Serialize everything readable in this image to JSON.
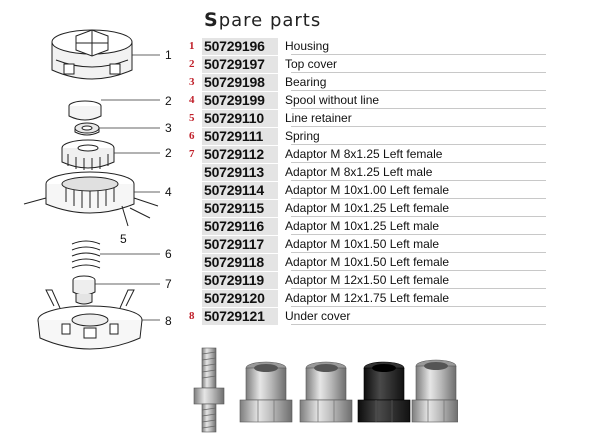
{
  "title_initial": "S",
  "title_rest": "pare  parts",
  "parts": [
    {
      "index": "1",
      "code": "50729196",
      "description": "Housing"
    },
    {
      "index": "2",
      "code": "50729197",
      "description": "Top cover"
    },
    {
      "index": "3",
      "code": "50729198",
      "description": "Bearing"
    },
    {
      "index": "4",
      "code": "50729199",
      "description": "Spool without line"
    },
    {
      "index": "5",
      "code": "50729110",
      "description": "Line retainer"
    },
    {
      "index": "6",
      "code": "50729111",
      "description": "Spring"
    },
    {
      "index": "7",
      "code": "50729112",
      "description": "Adaptor M 8x1.25 Left female"
    },
    {
      "index": "",
      "code": "50729113",
      "description": "Adaptor M 8x1.25 Left male"
    },
    {
      "index": "",
      "code": "50729114",
      "description": "Adaptor M 10x1.00 Left female"
    },
    {
      "index": "",
      "code": "50729115",
      "description": "Adaptor M 10x1.25 Left female"
    },
    {
      "index": "",
      "code": "50729116",
      "description": "Adaptor M 10x1.25 Left male"
    },
    {
      "index": "",
      "code": "50729117",
      "description": "Adaptor M 10x1.50 Left male"
    },
    {
      "index": "",
      "code": "50729118",
      "description": "Adaptor M 10x1.50 Left female"
    },
    {
      "index": "",
      "code": "50729119",
      "description": "Adaptor M 12x1.50 Left female"
    },
    {
      "index": "",
      "code": "50729120",
      "description": "Adaptor M 12x1.75 Left female"
    },
    {
      "index": "8",
      "code": "50729121",
      "description": "Under cover"
    }
  ],
  "diagram_labels": [
    "1",
    "2",
    "3",
    "2",
    "4",
    "5",
    "6",
    "7",
    "8"
  ],
  "colors": {
    "index_red": "#c0202a",
    "code_bg": "#e4e4e4"
  }
}
